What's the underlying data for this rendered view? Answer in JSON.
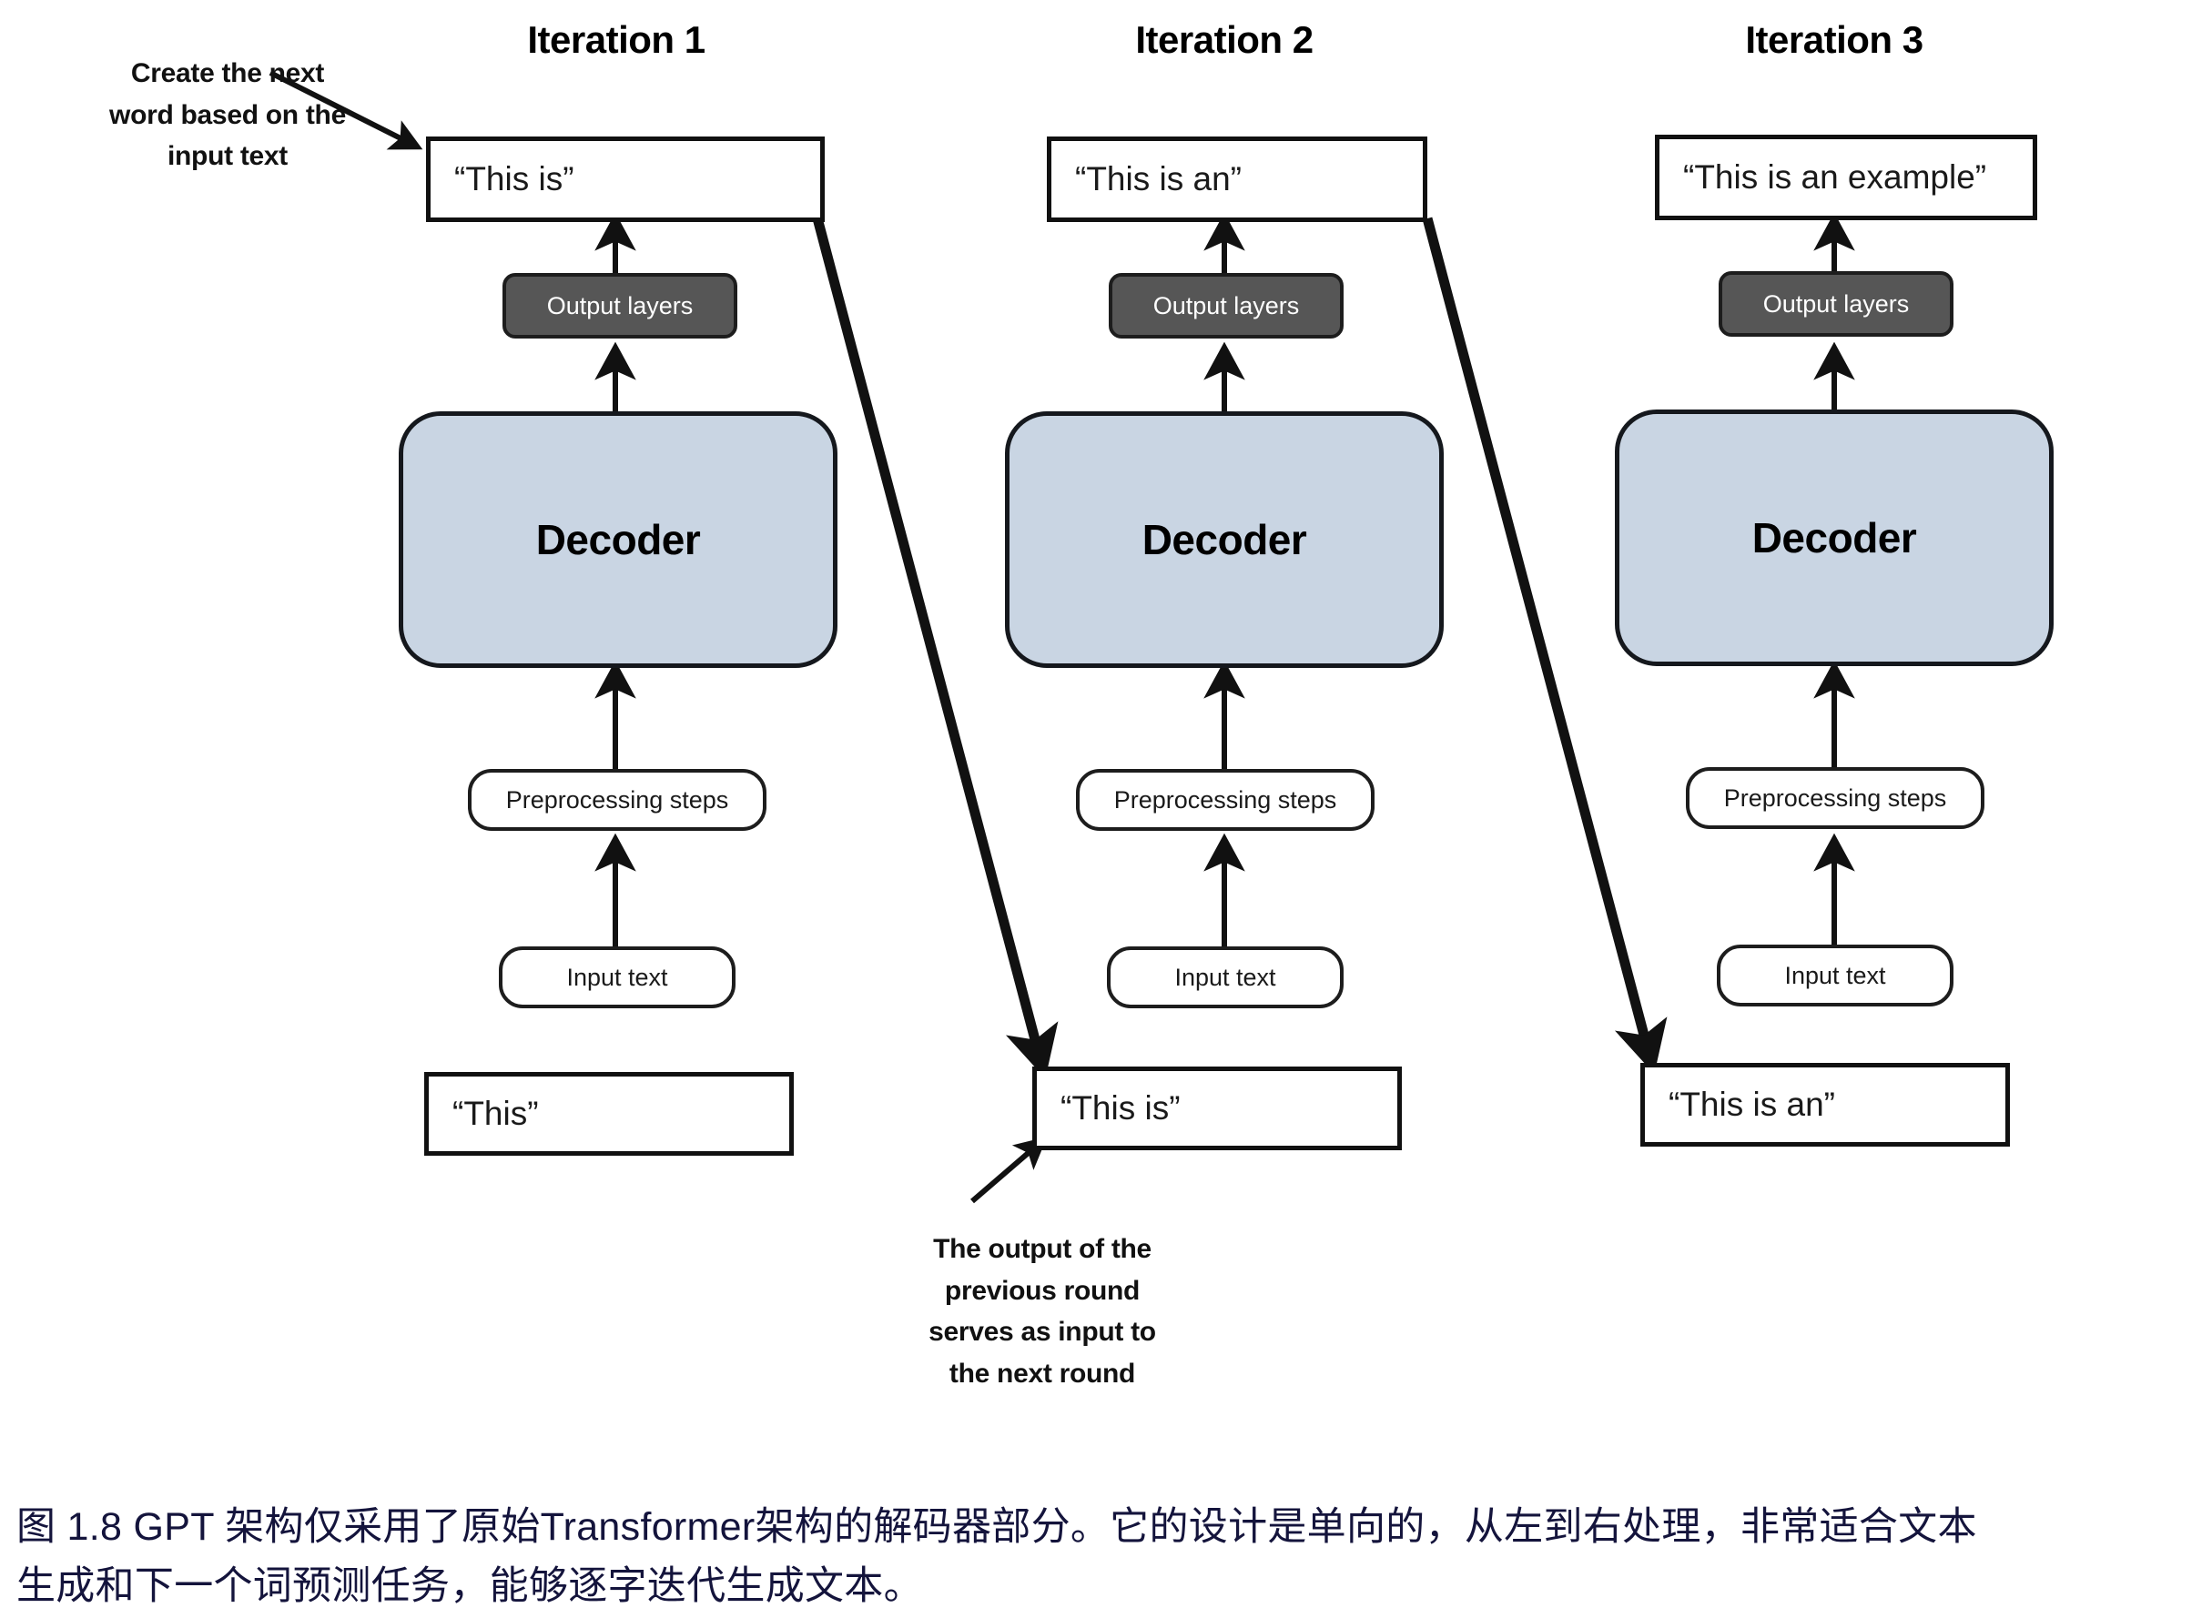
{
  "figure": {
    "columns": [
      {
        "title": "Iteration 1",
        "top_box": "“This is”",
        "output_layers": "Output layers",
        "decoder": "Decoder",
        "preprocessing": "Preprocessing steps",
        "input_text": "Input text",
        "bottom_box": "“This”"
      },
      {
        "title": "Iteration 2",
        "top_box": "“This is an”",
        "output_layers": "Output layers",
        "decoder": "Decoder",
        "preprocessing": "Preprocessing steps",
        "input_text": "Input text",
        "bottom_box": "“This is”"
      },
      {
        "title": "Iteration 3",
        "top_box": "“This is an example”",
        "output_layers": "Output layers",
        "decoder": "Decoder",
        "preprocessing": "Preprocessing steps",
        "input_text": "Input text",
        "bottom_box": "“This is an”"
      }
    ],
    "annotations": {
      "top_left": "Create the next\nword based on the\ninput text",
      "bottom_center": "The output of the\nprevious round\nserves as input to\nthe next round"
    },
    "caption": {
      "line1": "图 1.8  GPT 架构仅采用了原始Transformer架构的解码器部分。它的设计是单向的，从左到右处理，非常适合文本",
      "line2": "生成和下一个词预测任务，能够逐字迭代生成文本。"
    },
    "colors": {
      "decoder_fill": "#c9d5e3",
      "output_layers_fill": "#565656",
      "stroke": "#111111",
      "caption_text": "#14143c"
    }
  }
}
